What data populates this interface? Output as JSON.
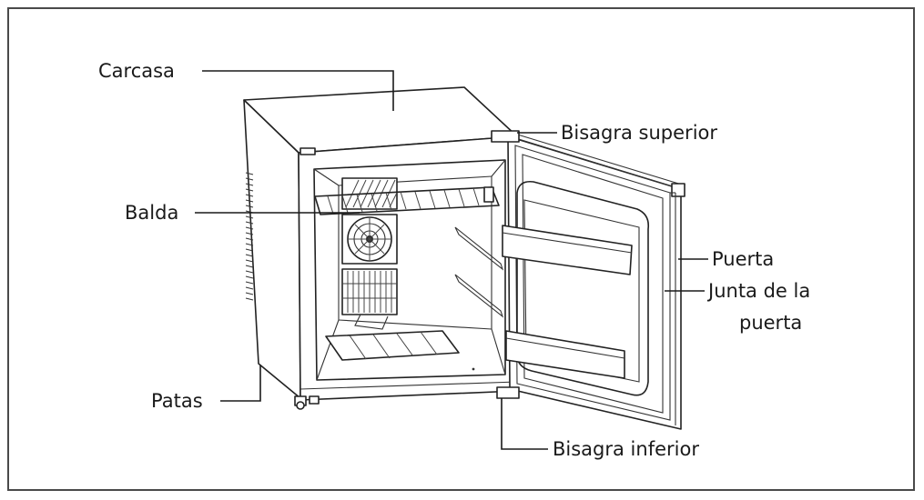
{
  "labels": {
    "carcasa": "Carcasa",
    "bisagra_superior": "Bisagra superior",
    "balda": "Balda",
    "puerta": "Puerta",
    "junta_line1": "Junta de la",
    "junta_line2": "puerta",
    "patas": "Patas",
    "bisagra_inferior": "Bisagra inferior"
  }
}
